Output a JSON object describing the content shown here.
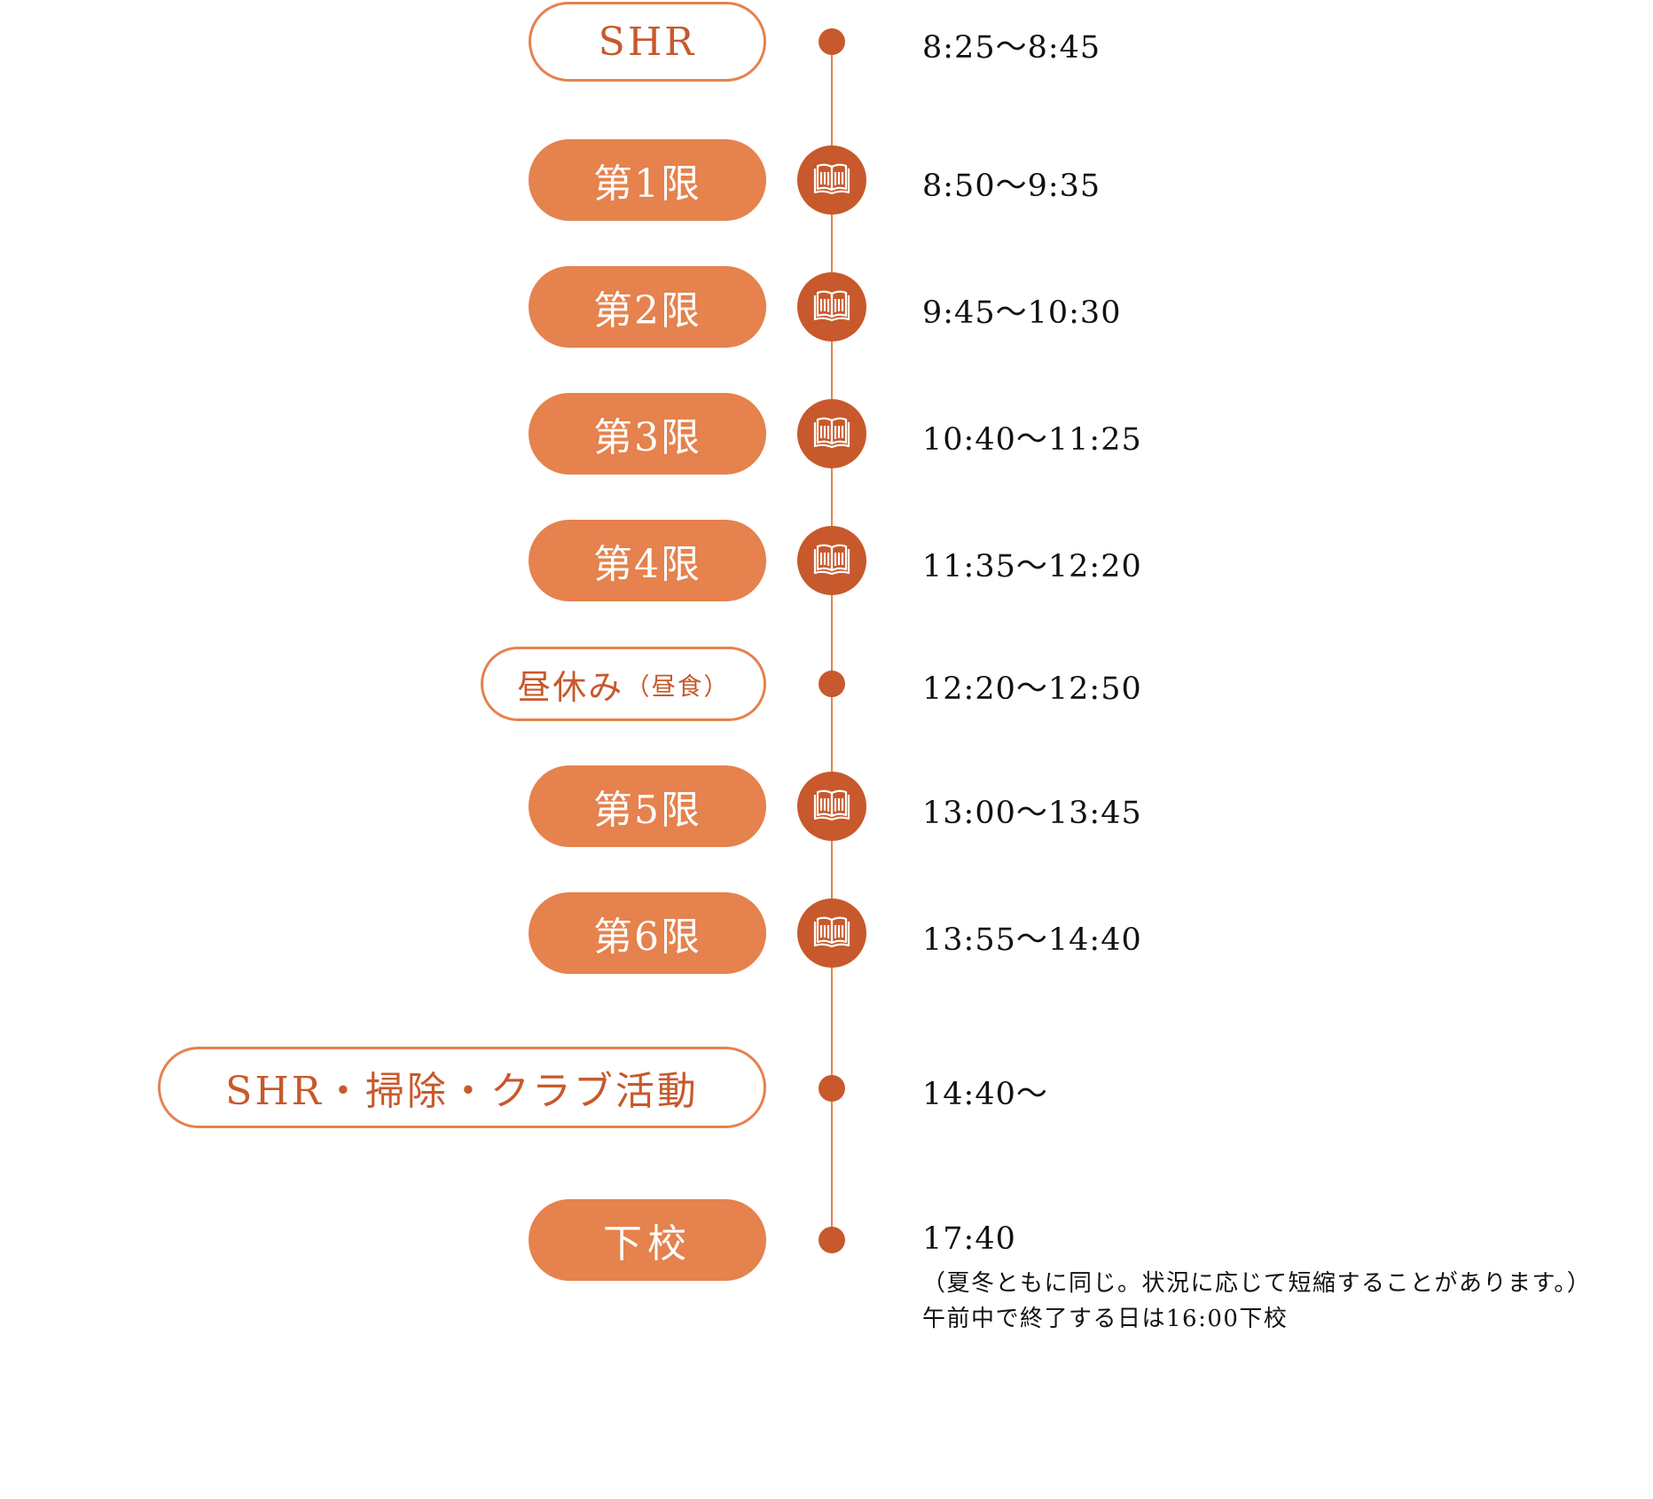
{
  "colors": {
    "accent": "#e5824d",
    "accent_dark": "#c7592c",
    "text": "#111111"
  },
  "schedule": [
    {
      "label": "SHR",
      "sub": "",
      "style": "outline",
      "marker": "dot",
      "time": "8:25〜8:45"
    },
    {
      "label": "第1限",
      "sub": "",
      "style": "filled",
      "marker": "book-icon",
      "time": "8:50〜9:35"
    },
    {
      "label": "第2限",
      "sub": "",
      "style": "filled",
      "marker": "book-icon",
      "time": "9:45〜10:30"
    },
    {
      "label": "第3限",
      "sub": "",
      "style": "filled",
      "marker": "book-icon",
      "time": "10:40〜11:25"
    },
    {
      "label": "第4限",
      "sub": "",
      "style": "filled",
      "marker": "book-icon",
      "time": "11:35〜12:20"
    },
    {
      "label": "昼休み",
      "sub": "（昼食）",
      "style": "outline",
      "marker": "dot",
      "time": "12:20〜12:50"
    },
    {
      "label": "第5限",
      "sub": "",
      "style": "filled",
      "marker": "book-icon",
      "time": "13:00〜13:45"
    },
    {
      "label": "第6限",
      "sub": "",
      "style": "filled",
      "marker": "book-icon",
      "time": "13:55〜14:40"
    },
    {
      "label": "SHR・掃除・クラブ活動",
      "sub": "",
      "style": "outline",
      "marker": "dot",
      "time": "14:40〜"
    },
    {
      "label": "下校",
      "sub": "",
      "style": "filled",
      "marker": "dot",
      "time": "17:40"
    }
  ],
  "notes": [
    "（夏冬ともに同じ。状況に応じて短縮することがあります。）",
    "午前中で終了する日は16:00下校"
  ]
}
